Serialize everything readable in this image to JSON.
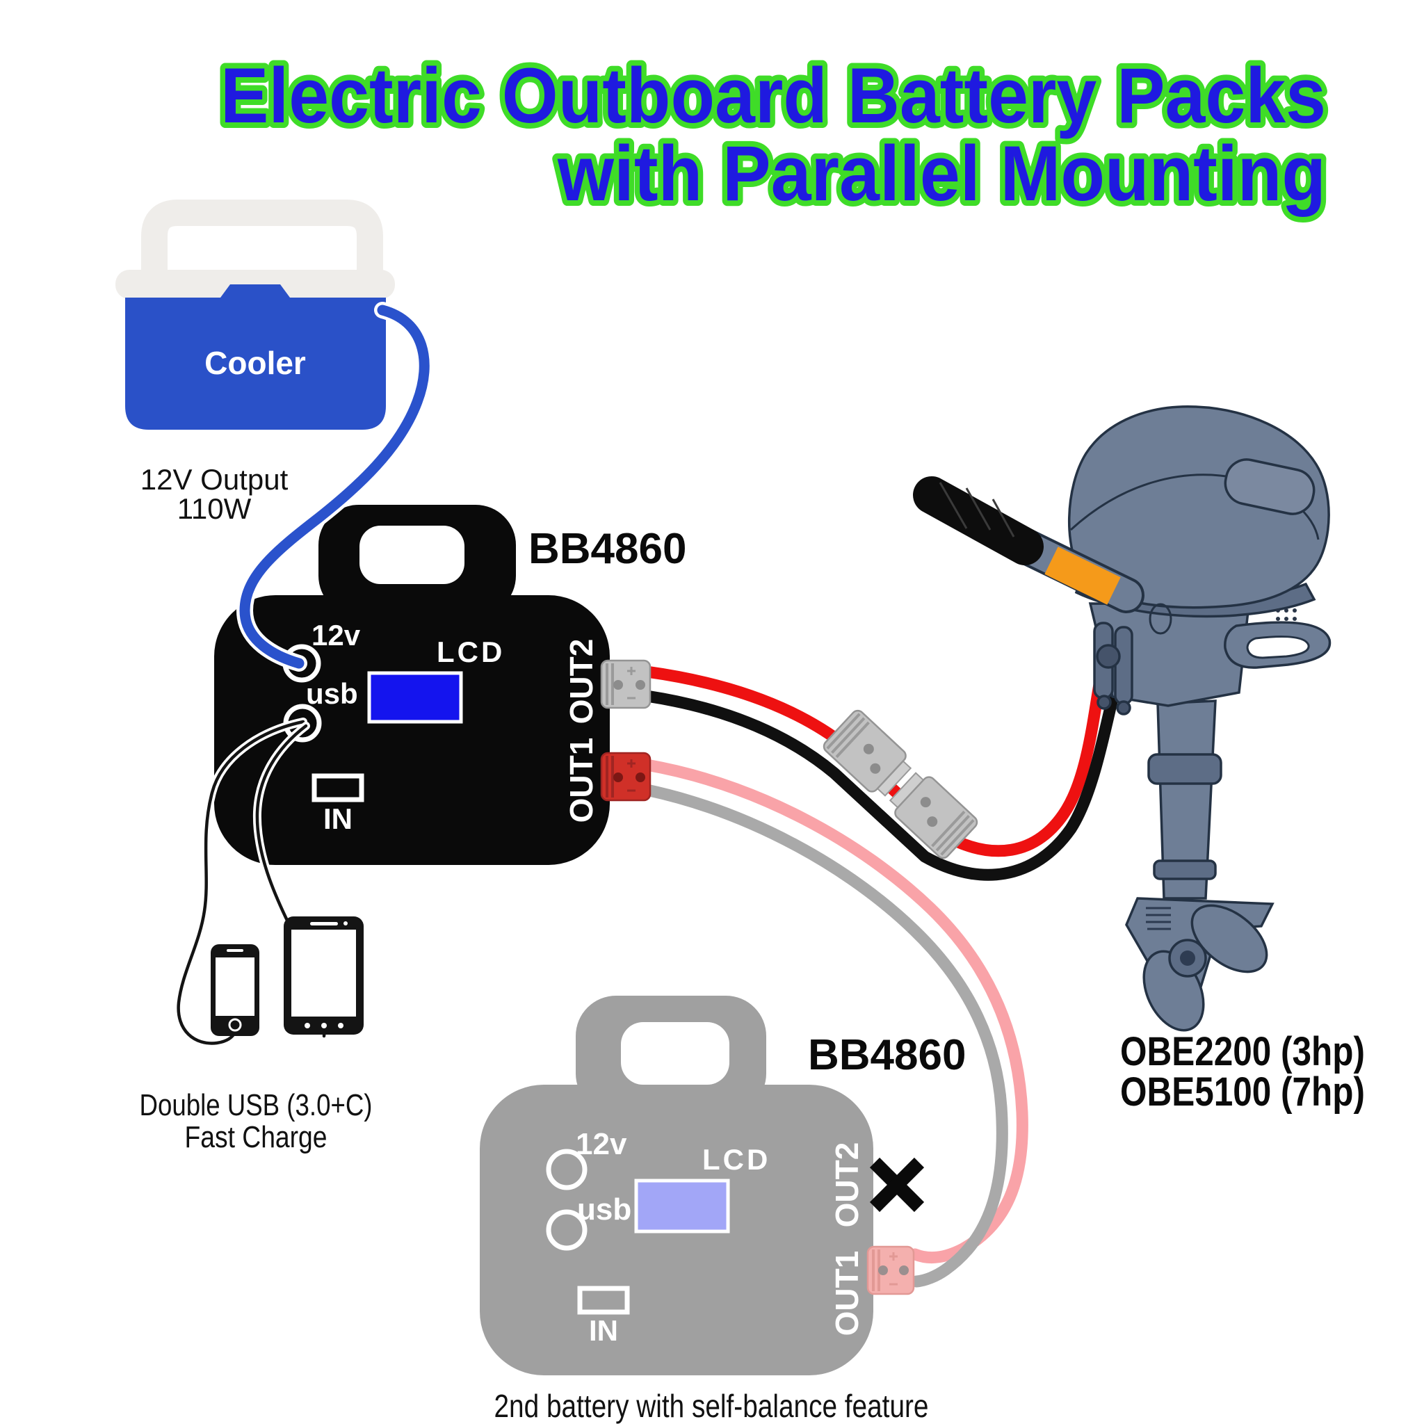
{
  "title": {
    "line1": "Electric Outboard Battery Packs",
    "line2": "with Parallel Mounting"
  },
  "cooler": {
    "label": "Cooler",
    "output_line1": "12V Output",
    "output_line2": "110W"
  },
  "battery1": {
    "model": "BB4860",
    "port_12v_label": "12v",
    "port_usb_label": "usb",
    "lcd_label": "LCD",
    "in_label": "IN",
    "out1_label": "OUT1",
    "out2_label": "OUT2"
  },
  "battery2": {
    "model": "BB4860",
    "port_12v_label": "12v",
    "port_usb_label": "usb",
    "lcd_label": "LCD",
    "in_label": "IN",
    "out1_label": "OUT1",
    "out2_label": "OUT2",
    "caption": "2nd battery with self-balance feature"
  },
  "usb_devices": {
    "caption_line1": "Double USB (3.0+C)",
    "caption_line2": "Fast Charge"
  },
  "motor": {
    "model_line1": "OBE2200 (3hp)",
    "model_line2": "OBE5100 (7hp)"
  },
  "colors": {
    "title_fill": "#1f1ae0",
    "title_outline": "#3fdc28",
    "cooler_body": "#2a51c8",
    "cooler_lid": "#efedea",
    "battery1_body": "#0a0a0a",
    "battery2_body": "#a0a0a0",
    "lcd_blue": "#1414ee",
    "lcd_lavender": "#a2a6f7",
    "cable_blue": "#2a52cc",
    "cable_red": "#ee1111",
    "cable_black": "#101010",
    "cable_pink": "#f9a3a8",
    "cable_gray": "#a9a9a9",
    "connector_gray": "#c2c2c2",
    "connector_red": "#d03028",
    "connector_pink": "#f4b0ae",
    "motor_body": "#6e7e96",
    "motor_accent": "#f59a1a"
  }
}
